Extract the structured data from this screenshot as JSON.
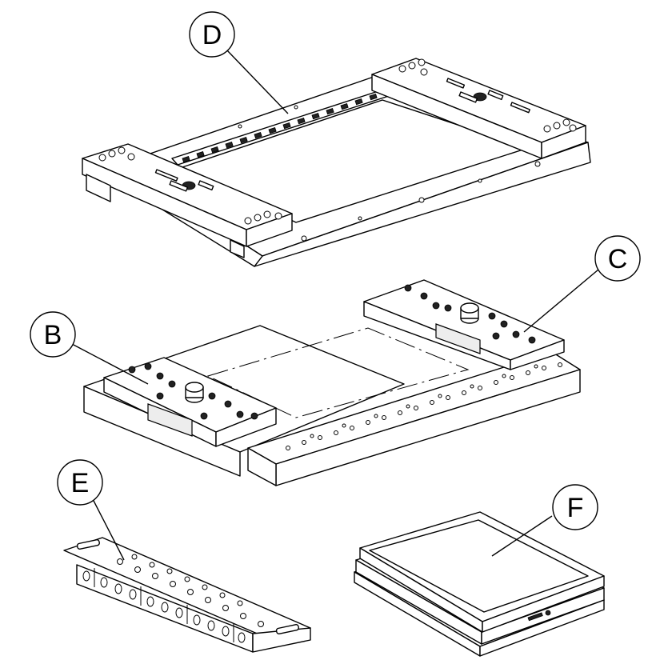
{
  "callouts": {
    "D": "D",
    "C": "C",
    "B": "B",
    "E": "E",
    "F": "F"
  }
}
